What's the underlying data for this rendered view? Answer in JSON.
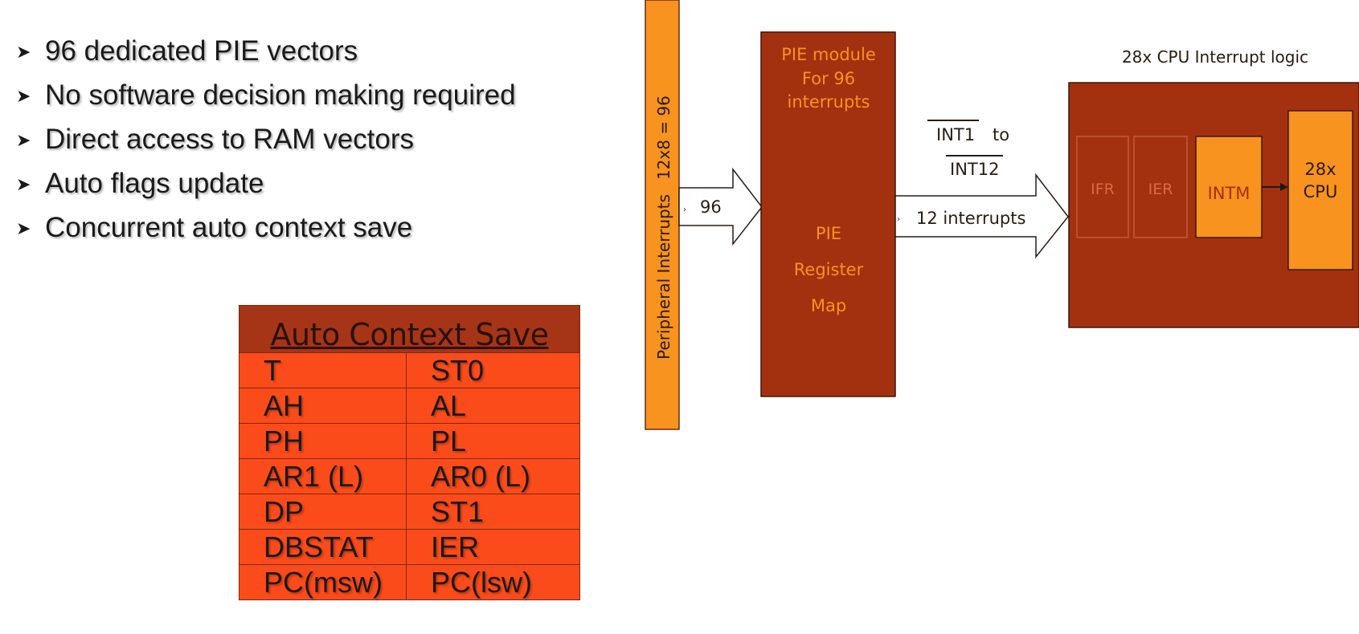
{
  "bullets": [
    "96 dedicated PIE vectors",
    "No software decision making required",
    "Direct access to RAM vectors",
    "Auto flags update",
    "Concurrent auto context save"
  ],
  "context_table": {
    "title": "Auto Context Save",
    "rows": [
      [
        "T",
        "ST0"
      ],
      [
        "AH",
        "AL"
      ],
      [
        "PH",
        "PL"
      ],
      [
        "AR1 (L)",
        "AR0 (L)"
      ],
      [
        "DP",
        "ST1"
      ],
      [
        "DBSTAT",
        "IER"
      ],
      [
        "PC(msw)",
        "PC(lsw)"
      ]
    ]
  },
  "diagram": {
    "peripheral_bar": {
      "label": "Peripheral Interrupts",
      "count_label": "12x8 = 96"
    },
    "arrow_left_label": "96",
    "pie_module": {
      "title_lines": [
        "PIE module",
        "For 96",
        "interrupts"
      ],
      "register_lines": [
        "PIE",
        "Register",
        "Map"
      ]
    },
    "int_labels": {
      "int1": "INT1",
      "to": "to",
      "int12": "INT12"
    },
    "arrow_right_label": "12 interrupts",
    "cpu_logic_title": "28x CPU Interrupt logic",
    "cpu_regs": {
      "ifr": "IFR",
      "ier": "IER",
      "intm": "INTM"
    },
    "cpu": [
      "28x",
      "CPU"
    ]
  },
  "colors": {
    "orange": "#f7931e",
    "dark_red": "#a3310f",
    "table_orange": "#fc4b1b",
    "table_header": "#a53516"
  }
}
